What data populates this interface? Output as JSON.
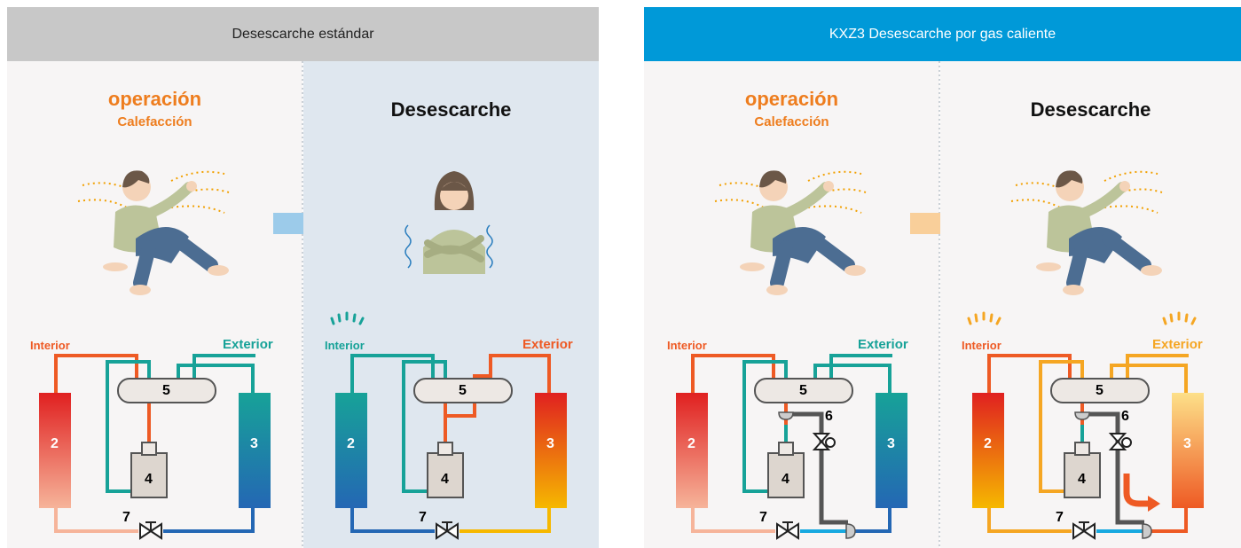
{
  "left": {
    "header": "Desescarche estándar",
    "heating": {
      "title": "operación",
      "subtitle": "Calefacción",
      "label_indoor": "Interior",
      "label_outdoor": "Exterior"
    },
    "defrost": {
      "title": "Desescarche",
      "label_indoor": "Interior",
      "label_outdoor": "Exterior"
    }
  },
  "right": {
    "header": "KXZ3 Desescarche por gas caliente",
    "heating": {
      "title": "operación",
      "subtitle": "Calefacción",
      "label_indoor": "Interior",
      "label_outdoor": "Exterior"
    },
    "defrost": {
      "title": "Desescarche",
      "label_indoor": "Interior",
      "label_outdoor": "Exterior"
    }
  },
  "numbers": {
    "n2": "2",
    "n3": "3",
    "n4": "4",
    "n5": "5",
    "n6": "6",
    "n7": "7"
  },
  "colors": {
    "hot": "#ee5a24",
    "warm": "#f5a623",
    "cold_teal": "#17a298",
    "cold_blue": "#2467b4",
    "gray_header": "#c8c8c8",
    "blue_header": "#0099d8",
    "bg_panel": "#f7f5f5",
    "bg_defrost_std": "#dfe7ef"
  }
}
